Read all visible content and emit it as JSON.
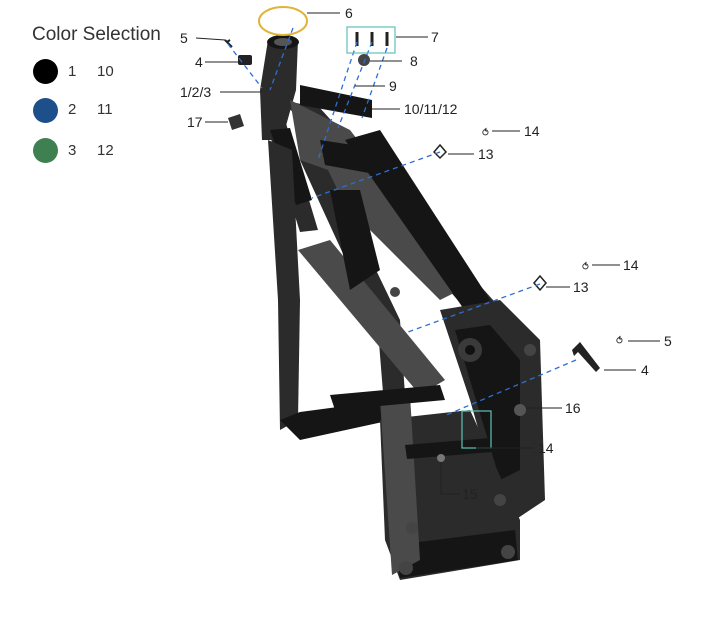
{
  "legend": {
    "title": "Color Selection",
    "items": [
      {
        "num": "1",
        "alt": "10",
        "color": "#000000"
      },
      {
        "num": "2",
        "alt": "11",
        "color": "#1d4f8a"
      },
      {
        "num": "3",
        "alt": "12",
        "color": "#3f8050"
      }
    ]
  },
  "callouts": {
    "c6": "6",
    "c5a": "5",
    "c7": "7",
    "c4a": "4",
    "c8": "8",
    "c123": "1/2/3",
    "c9": "9",
    "c101112": "10/11/12",
    "c17": "17",
    "c14a": "14",
    "c13a": "13",
    "c14b": "14",
    "c13b": "13",
    "c5b": "5",
    "c4b": "4",
    "c16": "16",
    "c14c": "14",
    "c15": "15"
  },
  "colors": {
    "frame": "#2b2b2b",
    "frame_dark": "#151515",
    "frame_light": "#4a4a4a",
    "dash": "#2d6fd0",
    "highlight": "#e0b33a",
    "box": "#5fc2b8"
  }
}
